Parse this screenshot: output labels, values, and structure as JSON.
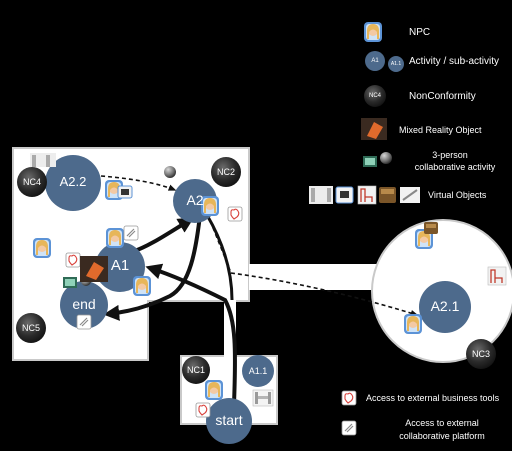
{
  "legend": {
    "npc": "NPC",
    "activity": "Activity / sub-activity",
    "activity_icon_main": "A1",
    "activity_icon_sub": "A1.1",
    "nonconformity": "NonConformity",
    "nonconformity_icon": "NC4",
    "mixed_reality": "Mixed Reality Object",
    "three_person_line1": "3-person",
    "three_person_line2": "collaborative activity",
    "virtual_objects": "Virtual Objects",
    "business_tools": "Access to external business tools",
    "collab_platform_line1": "Access to external",
    "collab_platform_line2": "collaborative platform"
  },
  "nodes": {
    "a22": "A2.2",
    "a2": "A2",
    "a1": "A1",
    "end": "end",
    "a21": "A2.1",
    "a11": "A1.1",
    "start": "start"
  },
  "nonconformities": {
    "nc4": "NC4",
    "nc2": "NC2",
    "nc5": "NC5",
    "nc3": "NC3",
    "nc1": "NC1"
  },
  "colors": {
    "background": "#000000",
    "floor": "#ffffff",
    "activity_fill": "#4d6a8c",
    "nc_fill": "#2e2e2e",
    "npc_skin": "#f3c9a4",
    "npc_hair": "#e7b65a",
    "npc_frame": "#5c93d6",
    "mr_object": "#e06a2c"
  }
}
